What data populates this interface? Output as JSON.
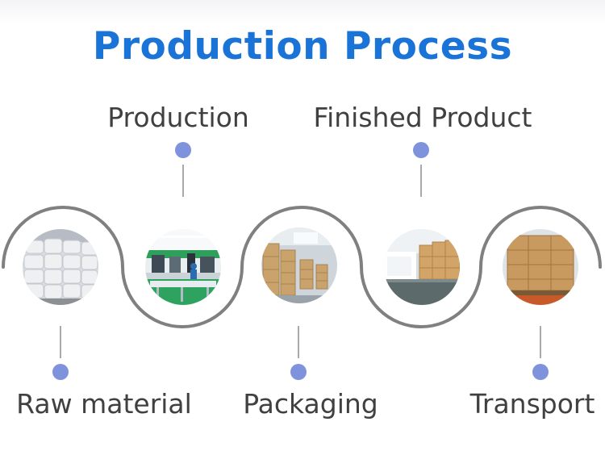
{
  "header": {
    "title": "Production Process"
  },
  "steps": [
    {
      "label": "Raw material",
      "photo": "raw-material-bags-photo"
    },
    {
      "label": "Production",
      "photo": "production-line-photo"
    },
    {
      "label": "Packaging",
      "photo": "packaging-warehouse-photo"
    },
    {
      "label": "Finished Product",
      "photo": "finished-product-warehouse-photo"
    },
    {
      "label": "Transport",
      "photo": "transport-pallets-photo"
    }
  ],
  "colors": {
    "title": "#1a74d8",
    "label": "#404040",
    "dot": "#7f93dc",
    "curve": "#808080",
    "connector": "#8c8c8c"
  }
}
